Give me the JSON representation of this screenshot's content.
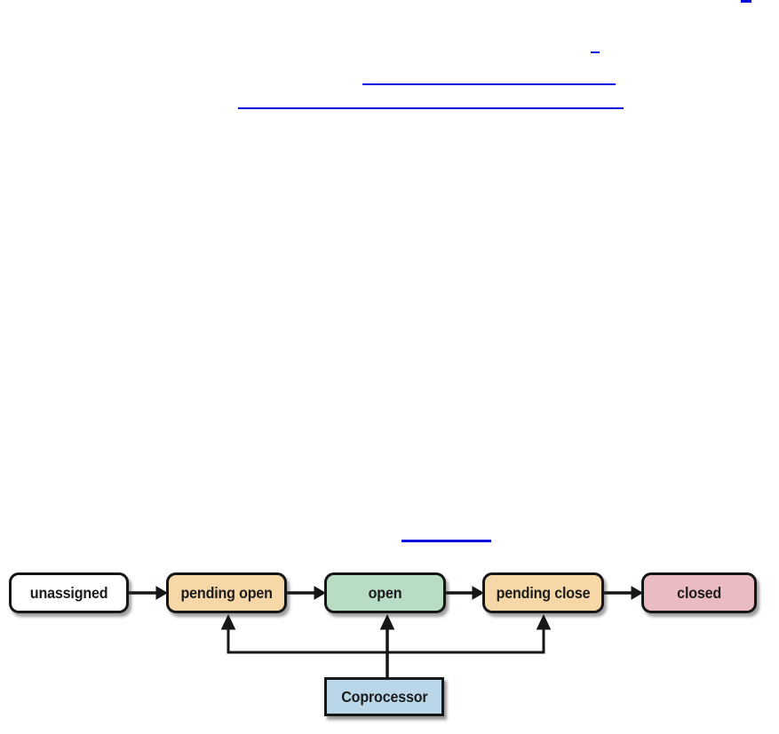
{
  "page": {
    "background": "#ffffff",
    "link_color": "#0000dd"
  },
  "links": {
    "top_right_marker": {
      "color": "#0000dd"
    },
    "short_underline": {
      "color": "#0000dd"
    },
    "underline_1": {
      "color": "#0000dd"
    },
    "underline_2": {
      "color": "#0000dd"
    },
    "figure_reference_underline": {
      "color": "#0000dd"
    }
  },
  "diagram": {
    "type": "state-flow",
    "states": [
      {
        "label": "unassigned",
        "fill": "#ffffff"
      },
      {
        "label": "pending open",
        "fill": "#f6d7a8"
      },
      {
        "label": "open",
        "fill": "#b8dcc4"
      },
      {
        "label": "pending close",
        "fill": "#f6d7a8"
      },
      {
        "label": "closed",
        "fill": "#eabbc1"
      }
    ],
    "transitions": [
      {
        "from": "unassigned",
        "to": "pending open"
      },
      {
        "from": "pending open",
        "to": "open"
      },
      {
        "from": "open",
        "to": "pending close"
      },
      {
        "from": "pending close",
        "to": "closed"
      }
    ],
    "coprocessor": {
      "label": "Coprocessor",
      "fill": "#b9d7e9",
      "notifies": [
        "pending open",
        "open",
        "pending close"
      ]
    },
    "line_color": "#161616",
    "text_color": "#1c1c1c"
  }
}
